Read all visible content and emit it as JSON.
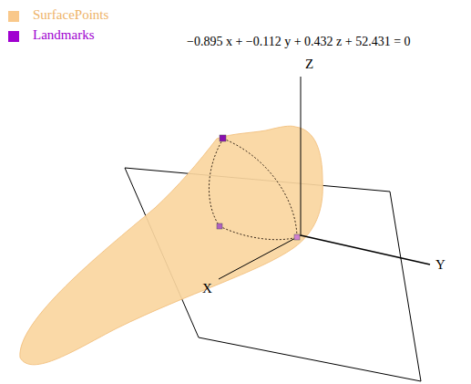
{
  "diagram": {
    "labels": [
      "−0.895 x + −0.112 y +  0.432 z + 52.431 = 0",
      "Z",
      "Y",
      "X"
    ],
    "legend": [
      {
        "text": "SurfacePoints",
        "color": "#f9c88a"
      },
      {
        "text": "Landmarks",
        "color": "#a000d0"
      }
    ]
  }
}
